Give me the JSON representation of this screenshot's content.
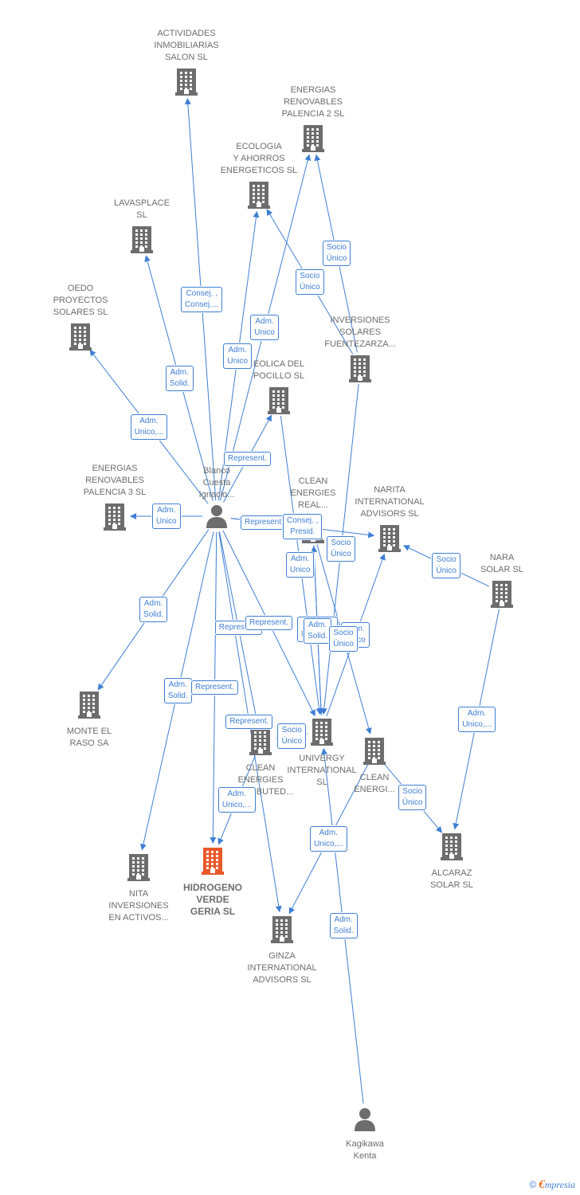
{
  "colors": {
    "edge": "#3f7fd4",
    "building": "#6d6d6d",
    "focus": "#e8582a",
    "person": "#6d6d6d"
  },
  "nodes": [
    {
      "id": "actividades",
      "kind": "company",
      "label": "ACTIVIDADES\nINMOBILIARIAS\nSALON SL"
    },
    {
      "id": "energias2",
      "kind": "company",
      "label": "ENERGIAS\nRENOVABLES\nPALENCIA 2 SL"
    },
    {
      "id": "ecologia",
      "kind": "company",
      "label": "ECOLOGIA\nY AHORROS\nENERGETICOS SL"
    },
    {
      "id": "lavasplace",
      "kind": "company",
      "label": "LAVASPLACE\nSL"
    },
    {
      "id": "oedo",
      "kind": "company",
      "label": "OEDO\nPROYECTOS\nSOLARES  SL"
    },
    {
      "id": "inversiones",
      "kind": "company",
      "label": "INVERSIONES\nSOLARES\nFUENTEZARZA..."
    },
    {
      "id": "eolica",
      "kind": "company",
      "label": "EOLICA DEL\nPOCILLO SL"
    },
    {
      "id": "blanco",
      "kind": "person",
      "label": "Blanco\nCuesta\nIgnacio..."
    },
    {
      "id": "energias3",
      "kind": "company",
      "label": "ENERGIAS\nRENOVABLES\nPALENCIA 3 SL"
    },
    {
      "id": "cleanreal",
      "kind": "company",
      "label": "CLEAN\nENERGIES\nREAL..."
    },
    {
      "id": "narita",
      "kind": "company",
      "label": "NARITA\nINTERNATIONAL\nADVISORS  SL"
    },
    {
      "id": "nara",
      "kind": "company",
      "label": "NARA\nSOLAR  SL"
    },
    {
      "id": "monte",
      "kind": "company",
      "label": "MONTE EL\nRASO SA"
    },
    {
      "id": "cleandist",
      "kind": "company",
      "label": "CLEAN\nENERGIES\nDISTRIBUTED..."
    },
    {
      "id": "univergy",
      "kind": "company",
      "label": "UNIVERGY\nINTERNATIONAL\nSL"
    },
    {
      "id": "cleanenergi",
      "kind": "company",
      "label": "CLEAN\nENERGI..."
    },
    {
      "id": "alcaraz",
      "kind": "company",
      "label": "ALCARAZ\nSOLAR SL"
    },
    {
      "id": "nita",
      "kind": "company",
      "label": "NITA\nINVERSIONES\nEN ACTIVOS..."
    },
    {
      "id": "hidrogeno",
      "kind": "focus",
      "label": "HIDROGENO\nVERDE\nGERIA  SL"
    },
    {
      "id": "ginza",
      "kind": "company",
      "label": "GINZA\nINTERNATIONAL\nADVISORS  SL"
    },
    {
      "id": "kagikawa",
      "kind": "person",
      "label": "Kagikawa\nKenta"
    }
  ],
  "edges": [
    {
      "from": "blanco",
      "to": "actividades",
      "label": "Consej. ,\nConsej...."
    },
    {
      "from": "blanco",
      "to": "lavasplace",
      "label": "Adm.\nSolid."
    },
    {
      "from": "blanco",
      "to": "oedo",
      "label": "Adm.\nUnico,..."
    },
    {
      "from": "blanco",
      "to": "ecologia",
      "label": "Adm.\nUnico"
    },
    {
      "from": "blanco",
      "to": "energias2",
      "label": "Adm.\nUnico"
    },
    {
      "from": "inversiones",
      "to": "ecologia",
      "label": "Socio\nÚnico"
    },
    {
      "from": "inversiones",
      "to": "energias2",
      "label": "Socio\nÚnico"
    },
    {
      "from": "blanco",
      "to": "eolica",
      "label": "Represent."
    },
    {
      "from": "blanco",
      "to": "energias3",
      "label": "Adm.\nUnico"
    },
    {
      "from": "blanco",
      "to": "cleanreal",
      "label": "Represent."
    },
    {
      "from": "blanco",
      "to": "narita",
      "label": "Consej. ,\nPresid."
    },
    {
      "from": "blanco",
      "to": "monte",
      "label": "Adm.\nSolid."
    },
    {
      "from": "blanco",
      "to": "nita",
      "label": "Adm.\nSolid."
    },
    {
      "from": "blanco",
      "to": "hidrogeno",
      "label": "Represent."
    },
    {
      "from": "blanco",
      "to": "cleandist",
      "label": "Represent."
    },
    {
      "from": "blanco",
      "to": "univergy",
      "label": "Represent."
    },
    {
      "from": "blanco",
      "to": "ginza",
      "label": "Represent."
    },
    {
      "from": "eolica",
      "to": "univergy",
      "label": "Adm.\nUnico"
    },
    {
      "from": "cleanreal",
      "to": "univergy",
      "label": "Adm.\nMancom."
    },
    {
      "from": "inversiones",
      "to": "univergy",
      "label": "Socio\nÚnico"
    },
    {
      "from": "univergy",
      "to": "cleanreal",
      "label": "Adm.\nSolid."
    },
    {
      "from": "univergy",
      "to": "narita",
      "label": "Adm.\nUnico"
    },
    {
      "from": "cleanreal",
      "to": "cleanenergi",
      "label": "Socio\nÚnico"
    },
    {
      "from": "nara",
      "to": "narita",
      "label": "Socio\nÚnico"
    },
    {
      "from": "nara",
      "to": "alcaraz",
      "label": "Adm.\nUnico,..."
    },
    {
      "from": "univergy",
      "to": "cleandist",
      "label": "Socio\nÚnico"
    },
    {
      "from": "cleandist",
      "to": "hidrogeno",
      "label": "Adm.\nUnico,..."
    },
    {
      "from": "cleanenergi",
      "to": "alcaraz",
      "label": "Socio\nÚnico"
    },
    {
      "from": "cleanenergi",
      "to": "ginza",
      "label": "Adm.\nUnico,..."
    },
    {
      "from": "kagikawa",
      "to": "univergy",
      "label": "Adm.\nSolid."
    }
  ],
  "footer": {
    "copyright": "©",
    "brand_initial": "€",
    "brand_rest": "mpresia"
  }
}
